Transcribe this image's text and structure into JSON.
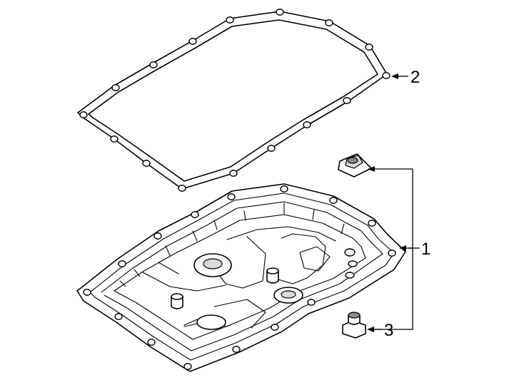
{
  "callouts": [
    {
      "number": "1",
      "part": "transmission-oil-pan"
    },
    {
      "number": "2",
      "part": "pan-gasket"
    },
    {
      "number": "3",
      "part": "drain-plug"
    }
  ],
  "colors": {
    "line": "#000000",
    "background": "#ffffff",
    "shade": "#d9d9d9"
  }
}
